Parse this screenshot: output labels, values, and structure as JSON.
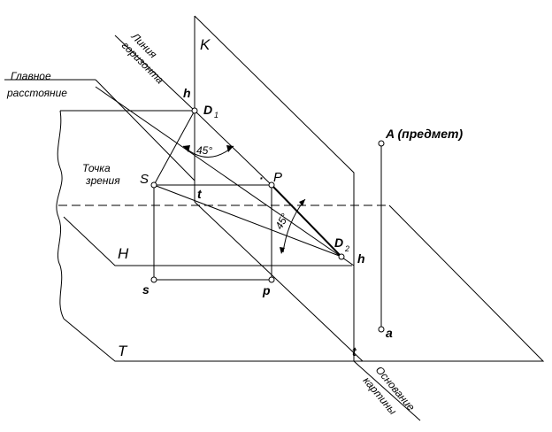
{
  "labels": {
    "plane_K": "K",
    "plane_H": "H",
    "plane_T": "T",
    "h_top": "h",
    "h_right": "h",
    "t_center": "t",
    "t_bottom": "t",
    "S": "S",
    "s": "s",
    "P": "P",
    "p": "p",
    "D1_main": "D",
    "D1_sub": "1",
    "D2_main": "D",
    "D2_sub": "2",
    "A": "A (предмет)",
    "a": "a",
    "angle_top": "45°",
    "angle_right": "45°",
    "right_angle_dot": "·"
  },
  "captions": {
    "horizon_line_1": "Линия",
    "horizon_line_2": "горизонта",
    "principal_dist_1": "Главное",
    "principal_dist_2": "расстояние",
    "viewpoint_1": "Точка",
    "viewpoint_2": "зрения",
    "picture_base_1": "Основание",
    "picture_base_2": "картины"
  }
}
